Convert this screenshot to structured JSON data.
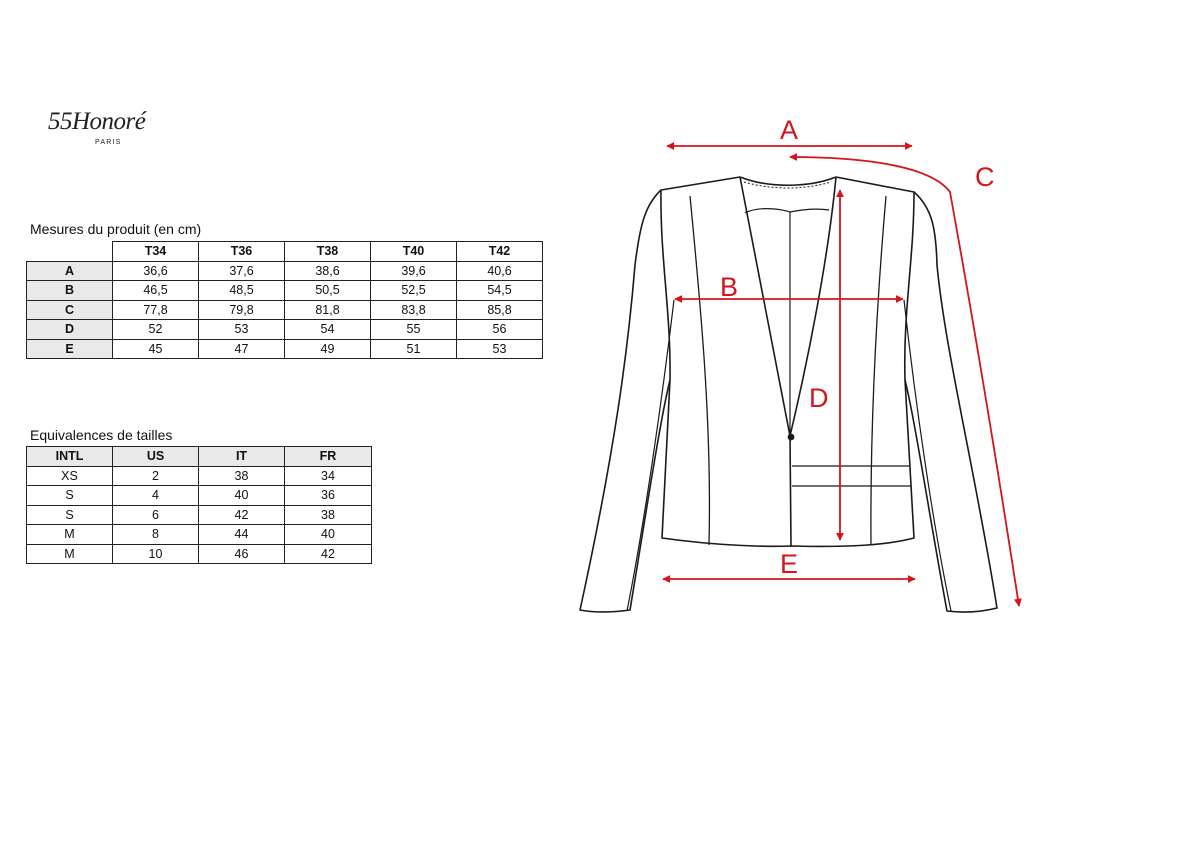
{
  "logo": {
    "name": "55Honoré",
    "city": "PARIS"
  },
  "measurements": {
    "caption": "Mesures du produit (en cm)",
    "columns": [
      "T34",
      "T36",
      "T38",
      "T40",
      "T42"
    ],
    "rows": [
      {
        "label": "A",
        "values": [
          "36,6",
          "37,6",
          "38,6",
          "39,6",
          "40,6"
        ]
      },
      {
        "label": "B",
        "values": [
          "46,5",
          "48,5",
          "50,5",
          "52,5",
          "54,5"
        ]
      },
      {
        "label": "C",
        "values": [
          "77,8",
          "79,8",
          "81,8",
          "83,8",
          "85,8"
        ]
      },
      {
        "label": "D",
        "values": [
          "52",
          "53",
          "54",
          "55",
          "56"
        ]
      },
      {
        "label": "E",
        "values": [
          "45",
          "47",
          "49",
          "51",
          "53"
        ]
      }
    ]
  },
  "equivalences": {
    "caption": "Equivalences de tailles",
    "columns": [
      "INTL",
      "US",
      "IT",
      "FR"
    ],
    "rows": [
      [
        "XS",
        "2",
        "38",
        "34"
      ],
      [
        "S",
        "4",
        "40",
        "36"
      ],
      [
        "S",
        "6",
        "42",
        "38"
      ],
      [
        "M",
        "8",
        "44",
        "40"
      ],
      [
        "M",
        "10",
        "46",
        "42"
      ]
    ]
  },
  "diagram": {
    "accent_color": "#d5141c",
    "labels": {
      "a": "A",
      "b": "B",
      "c": "C",
      "d": "D",
      "e": "E"
    }
  }
}
